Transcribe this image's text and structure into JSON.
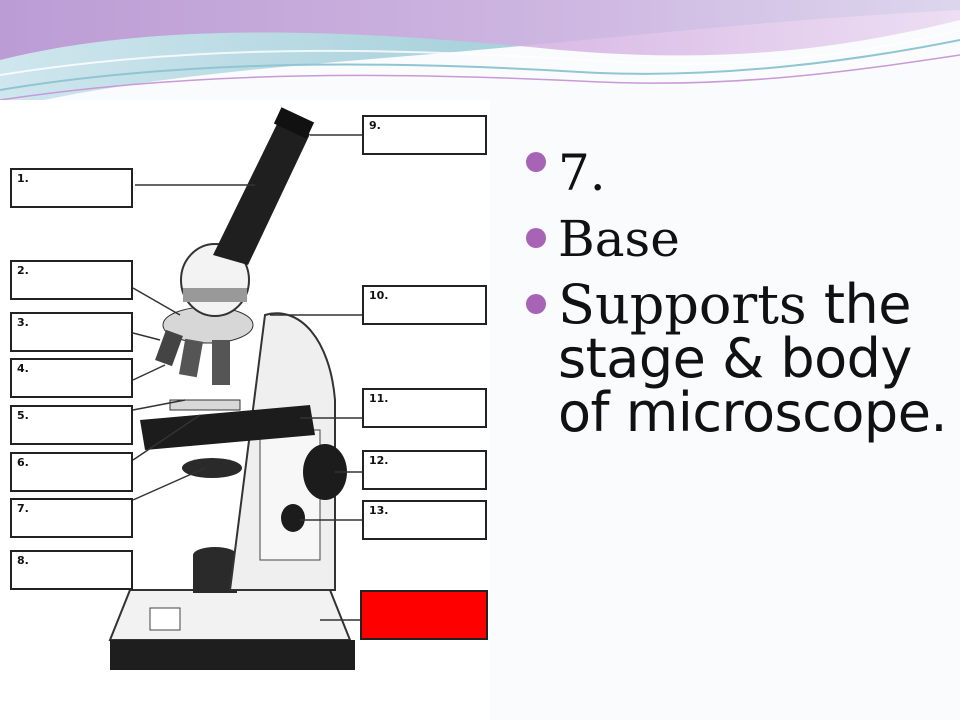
{
  "slide": {
    "bullets": [
      {
        "first": "7."
      },
      {
        "first": "Base"
      },
      {
        "first": "Supports",
        "rest": "the stage & body of microscope."
      }
    ]
  },
  "diagram": {
    "labels": [
      "1.",
      "2.",
      "3.",
      "4.",
      "5.",
      "6.",
      "7.",
      "8.",
      "9.",
      "10.",
      "11.",
      "12.",
      "13."
    ],
    "highlight_color": "#ff0000"
  },
  "theme": {
    "bullet_color": "#a763b5",
    "banner_colors": [
      "#8fc6d2",
      "#c89ad8",
      "#e8dff0"
    ]
  }
}
